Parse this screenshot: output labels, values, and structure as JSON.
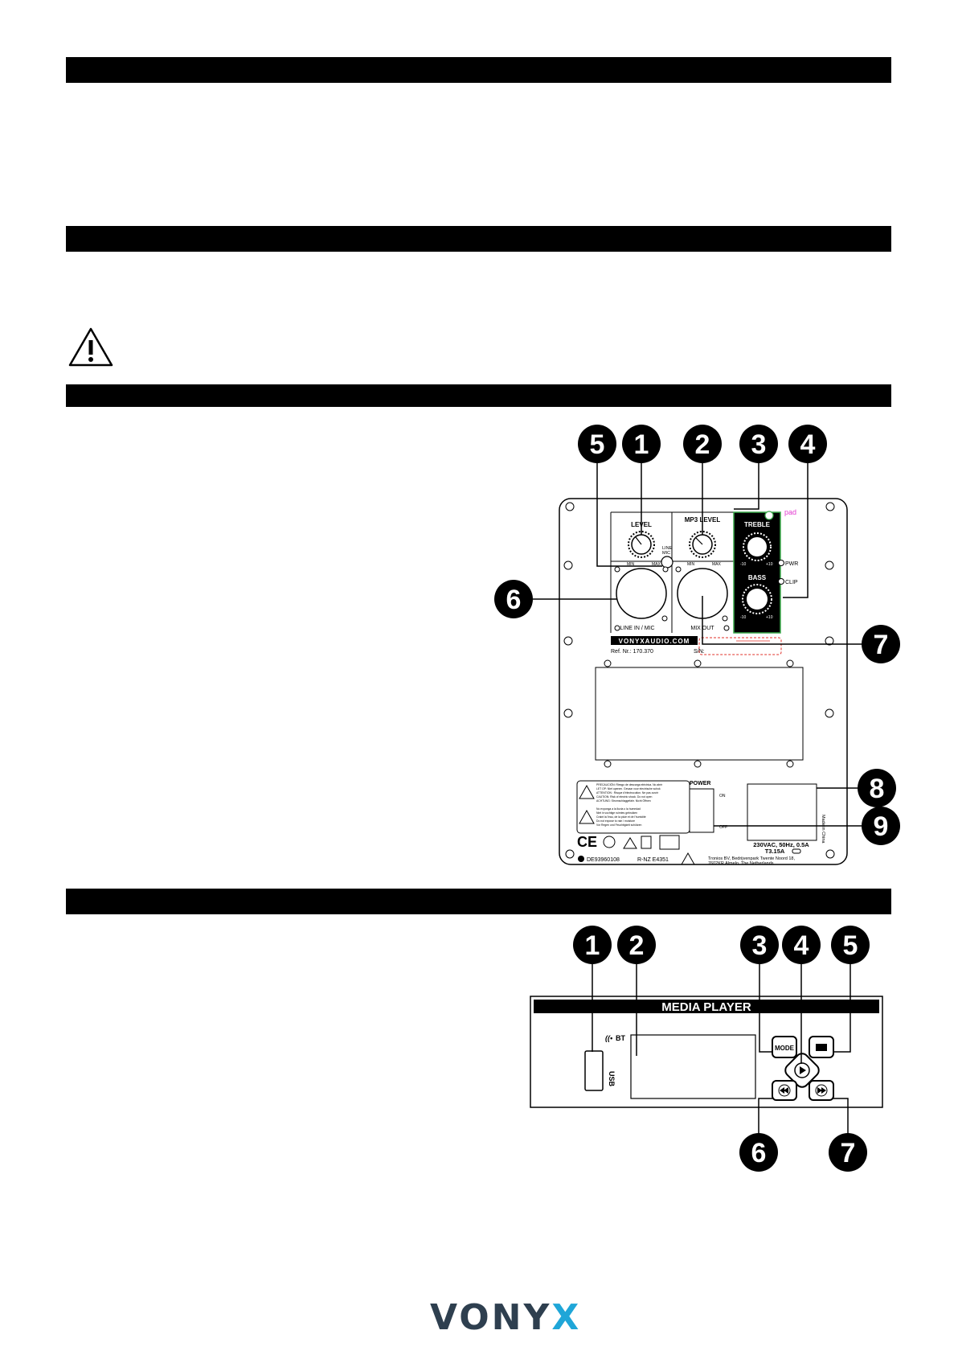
{
  "rear_panel": {
    "callouts": [
      "5",
      "1",
      "2",
      "3",
      "4",
      "6",
      "7",
      "8",
      "9"
    ],
    "labels": {
      "level": "LEVEL",
      "mp3_level": "MP3 LEVEL",
      "treble": "TREBLE",
      "bass": "BASS",
      "pwr": "PWR",
      "clip": "CLIP",
      "pad": "pad",
      "line_sel": "LINE",
      "mic_sel": "MIC",
      "min": "MIN",
      "max": "MAX",
      "neg10": "-10",
      "pos10": "+10",
      "line_in_mic": "LINE IN / MIC",
      "mix_out": "MIX OUT",
      "website": "VONYXAUDIO.COM",
      "ref": "Ref. Nr.: 170.370",
      "sn": "S/N:",
      "power": "POWER",
      "on": "ON",
      "off": "OFF",
      "rating1": "230VAC, 50Hz, 0.5A",
      "rating2": "T3.15A",
      "address1": "Tronios BV, Bedrijvenpark Twente Noord 18,",
      "address2": "7602KR Almelo, The Netherlands",
      "made_in": "Made in China",
      "cert": "DE93960108",
      "rnz": "R-NZ E4351",
      "warning": [
        "PRECAUCIÓN: Riesgo de descarga eléctrica. No abrir",
        "LET OP: Niet openen. Gevaar voor electrische schok",
        "ATTENTION : Risque d'électrocution. Ne pas ouvrir",
        "CAUTION: Risk of electric shock. Do not open",
        "ACHTUNG: Stromschlaggefahr. Nicht Öffnen",
        "No exponga a la lluvia o la humedad",
        "Niet in vochtige ruimtes gebruiken",
        "Craint la l'eau, de la pluie et de l'humidité",
        "Do not expose to rain / moisture",
        "Vor Regen und Feuchtigkeit schützen"
      ]
    }
  },
  "media_player": {
    "title": "MEDIA PLAYER",
    "callouts": [
      "1",
      "2",
      "3",
      "4",
      "5",
      "6",
      "7"
    ],
    "mode": "MODE",
    "usb": "USB",
    "bt": "BT"
  },
  "brand": {
    "pre": "VONY",
    "x": "X"
  },
  "colors": {
    "accent_pink": "#e23ad0",
    "accent_red": "#e0302a",
    "led_green": "#3aa84a",
    "brand_blue": "#1fa6d8",
    "brand_dark": "#2e3f4f"
  }
}
